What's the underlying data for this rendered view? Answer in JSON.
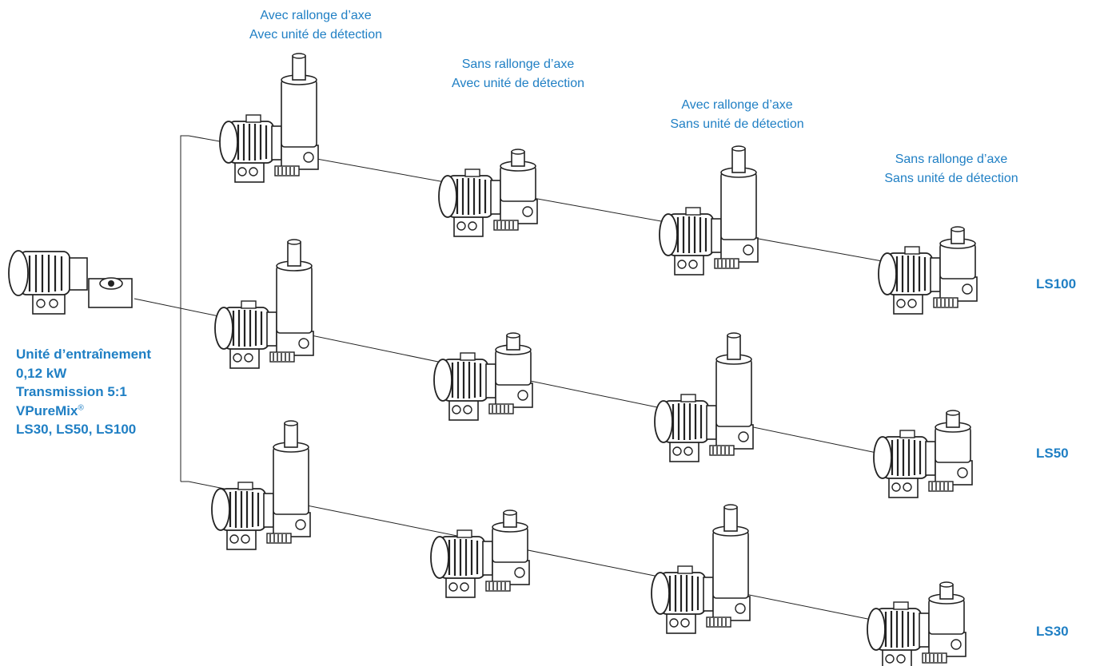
{
  "columns": [
    {
      "line1": "Avec rallonge d’axe",
      "line2": "Avec unité de détection"
    },
    {
      "line1": "Sans rallonge d’axe",
      "line2": "Avec unité de détection"
    },
    {
      "line1": "Avec rallonge d’axe",
      "line2": "Sans unité de détection"
    },
    {
      "line1": "Sans rallonge d’axe",
      "line2": "Sans unité de détection"
    }
  ],
  "rows": [
    "LS100",
    "LS50",
    "LS30"
  ],
  "drive_unit": {
    "line1": "Unité d’entraînement",
    "line2": "0,12 kW",
    "line3": "Transmission 5:1",
    "line4": "VPureMix",
    "line4_sup": "®",
    "line5": "LS30, LS50, LS100"
  },
  "colors": {
    "accent": "#1f7fc4",
    "line": "#222222"
  },
  "icons": [
    "motor-gearbox-icon"
  ]
}
